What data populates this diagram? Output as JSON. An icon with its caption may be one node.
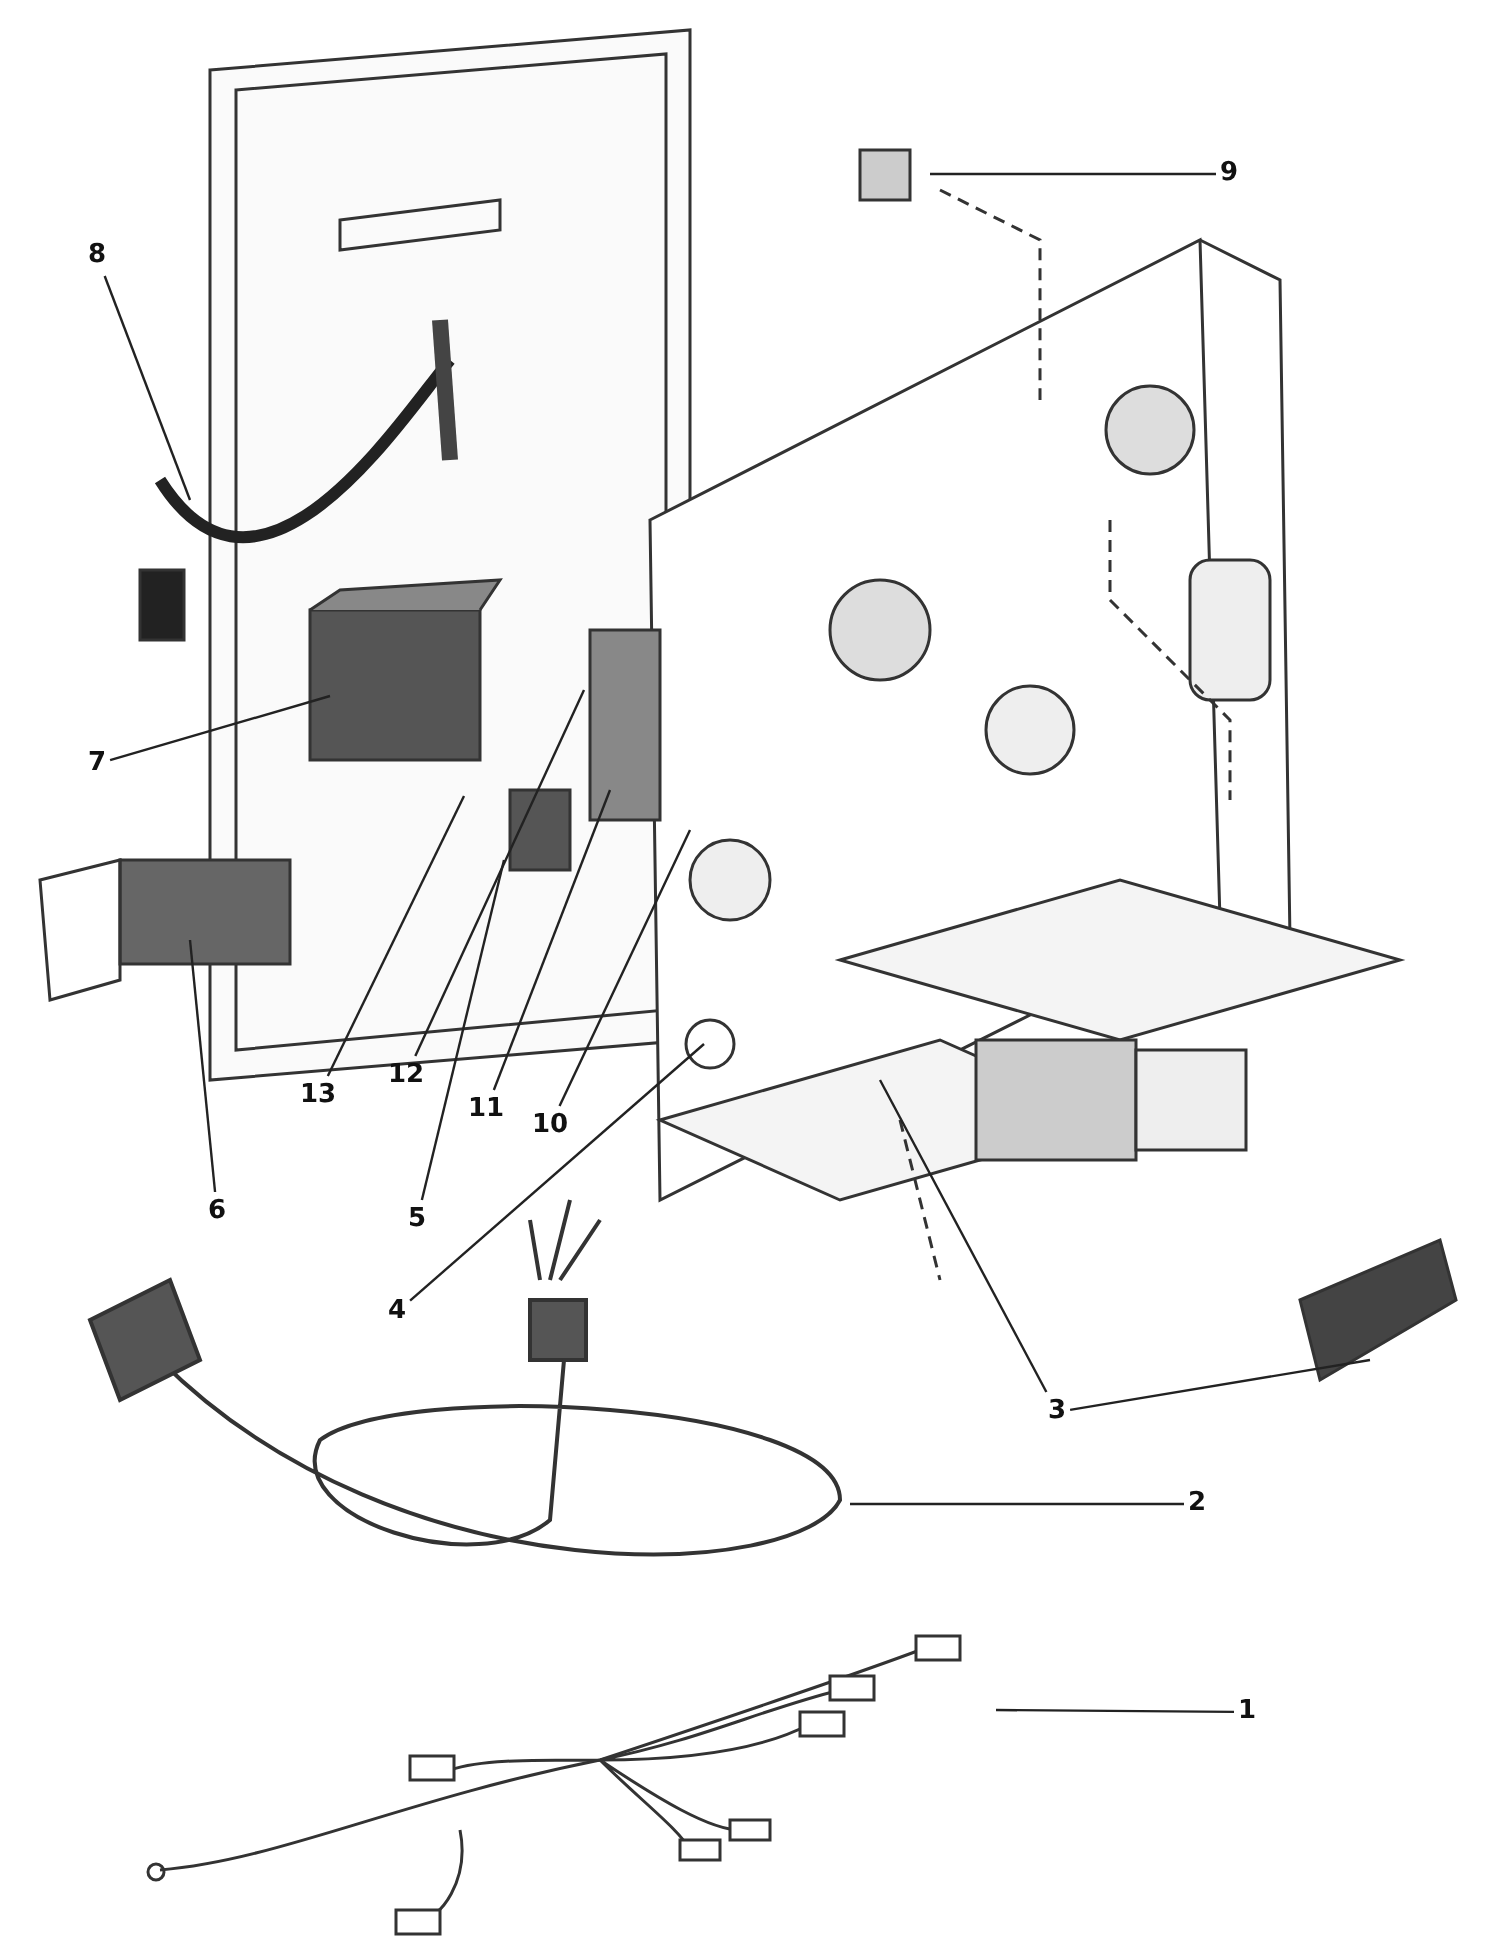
{
  "diagram": {
    "nodes": [
      {
        "text": [
          "9"
        ]
      },
      {
        "text": [
          "8"
        ]
      },
      {
        "text": [
          "7"
        ]
      },
      {
        "text": [
          "13"
        ]
      },
      {
        "text": [
          "12"
        ]
      },
      {
        "text": [
          "10"
        ]
      },
      {
        "text": [
          "11"
        ]
      },
      {
        "text": [
          "6"
        ]
      },
      {
        "text": [
          "5"
        ]
      },
      {
        "text": [
          "4"
        ]
      },
      {
        "text": [
          "3"
        ]
      },
      {
        "text": [
          "2"
        ]
      },
      {
        "text": [
          "1"
        ]
      }
    ],
    "edges": [
      {
        "from": 0,
        "to": null,
        "arrow": "none"
      },
      {
        "from": 1,
        "to": null,
        "arrow": "none"
      },
      {
        "from": 2,
        "to": null,
        "arrow": "none"
      },
      {
        "from": 3,
        "to": null,
        "arrow": "none"
      },
      {
        "from": 4,
        "to": null,
        "arrow": "none"
      },
      {
        "from": 5,
        "to": null,
        "arrow": "none"
      },
      {
        "from": 6,
        "to": null,
        "arrow": "none"
      },
      {
        "from": 7,
        "to": null,
        "arrow": "none"
      },
      {
        "from": 8,
        "to": null,
        "arrow": "none"
      },
      {
        "from": 9,
        "to": null,
        "arrow": "none"
      },
      {
        "from": 10,
        "to": null,
        "arrow": "none"
      },
      {
        "from": 10,
        "to": null,
        "arrow": "none"
      },
      {
        "from": 11,
        "to": null,
        "arrow": "none"
      },
      {
        "from": 12,
        "to": null,
        "arrow": "none"
      }
    ]
  }
}
